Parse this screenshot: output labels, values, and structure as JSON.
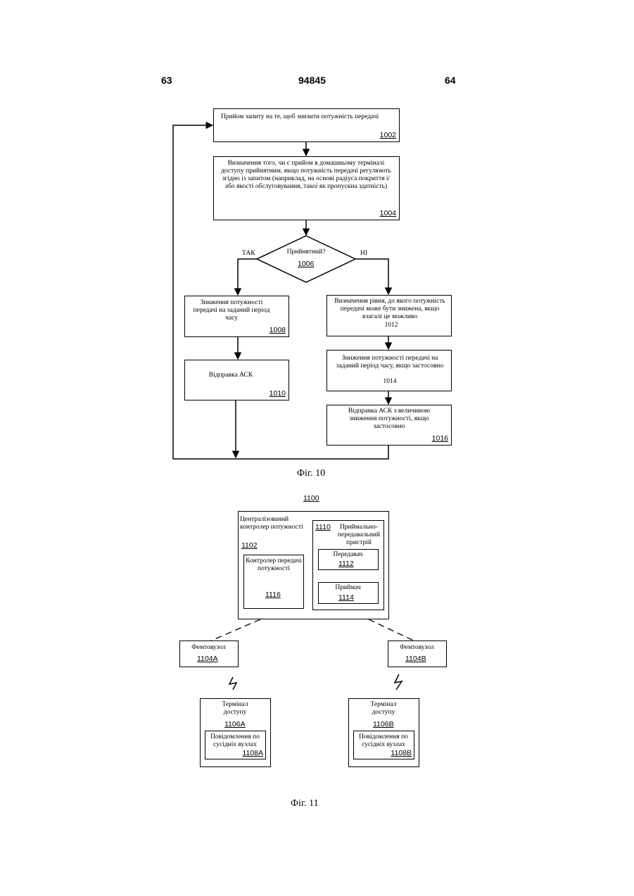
{
  "header": {
    "left_page": "63",
    "patent_no": "94845",
    "right_page": "64"
  },
  "fig10": {
    "caption": "Фіг. 10",
    "b1002": {
      "text": "Прийом запиту на те, щоб знизити потужність передачі",
      "ref": "1002"
    },
    "b1004": {
      "text": "Визначення того, чи є прийом в домашньому терміналі доступу прийнятним, якщо потужність передачі регулюють згідно із запитом (наприклад, на основі радіуса покриття і/або якості обслуговування, такої як пропускна здатність)",
      "ref": "1004"
    },
    "d1006": {
      "text": "Прийнятний?",
      "ref": "1006",
      "yes": "ТАК",
      "no": "НІ"
    },
    "b1008": {
      "text": "Зниження потужності передачі на заданий період часу",
      "ref": "1008"
    },
    "b1010": {
      "text": "Відправка АСК",
      "ref": "1010"
    },
    "b1012": {
      "text": "Визначення рівня, до якого потужність передачі може бути знижена, якщо взагалі це можливо",
      "ref": "1012"
    },
    "b1014": {
      "text": "Зниження потужності передачі на заданий період часу, якщо застосовно",
      "ref": "1014"
    },
    "b1016": {
      "text": "Відправка АСК з величиною зниження потужності, якщо застосовно",
      "ref": "1016"
    }
  },
  "fig11": {
    "caption": "Фіг. 11",
    "system_ref": "1100",
    "controller": {
      "text": "Централізований контролер потужності",
      "ref": "1102"
    },
    "tx_power_ctrl": {
      "text": "Контролер передачі потужності",
      "ref": "1116"
    },
    "transceiver": {
      "text": "Приймально-передавальний пристрій",
      "ref": "1110"
    },
    "transmitter": {
      "text": "Передавач",
      "ref": "1112"
    },
    "receiver": {
      "text": "Приймач",
      "ref": "1114"
    },
    "femto_a": {
      "text": "Фемтовузол",
      "ref": "1104A"
    },
    "femto_b": {
      "text": "Фемтовузол",
      "ref": "1104B"
    },
    "term_a": {
      "text": "Термінал доступу",
      "ref": "1106A"
    },
    "term_b": {
      "text": "Термінал доступу",
      "ref": "1106B"
    },
    "msg_a": {
      "text": "Повідомлення по сусідніх вузлах",
      "ref": "1108A"
    },
    "msg_b": {
      "text": "Повідомлення по сусідніх вузлах",
      "ref": "1108B"
    }
  }
}
